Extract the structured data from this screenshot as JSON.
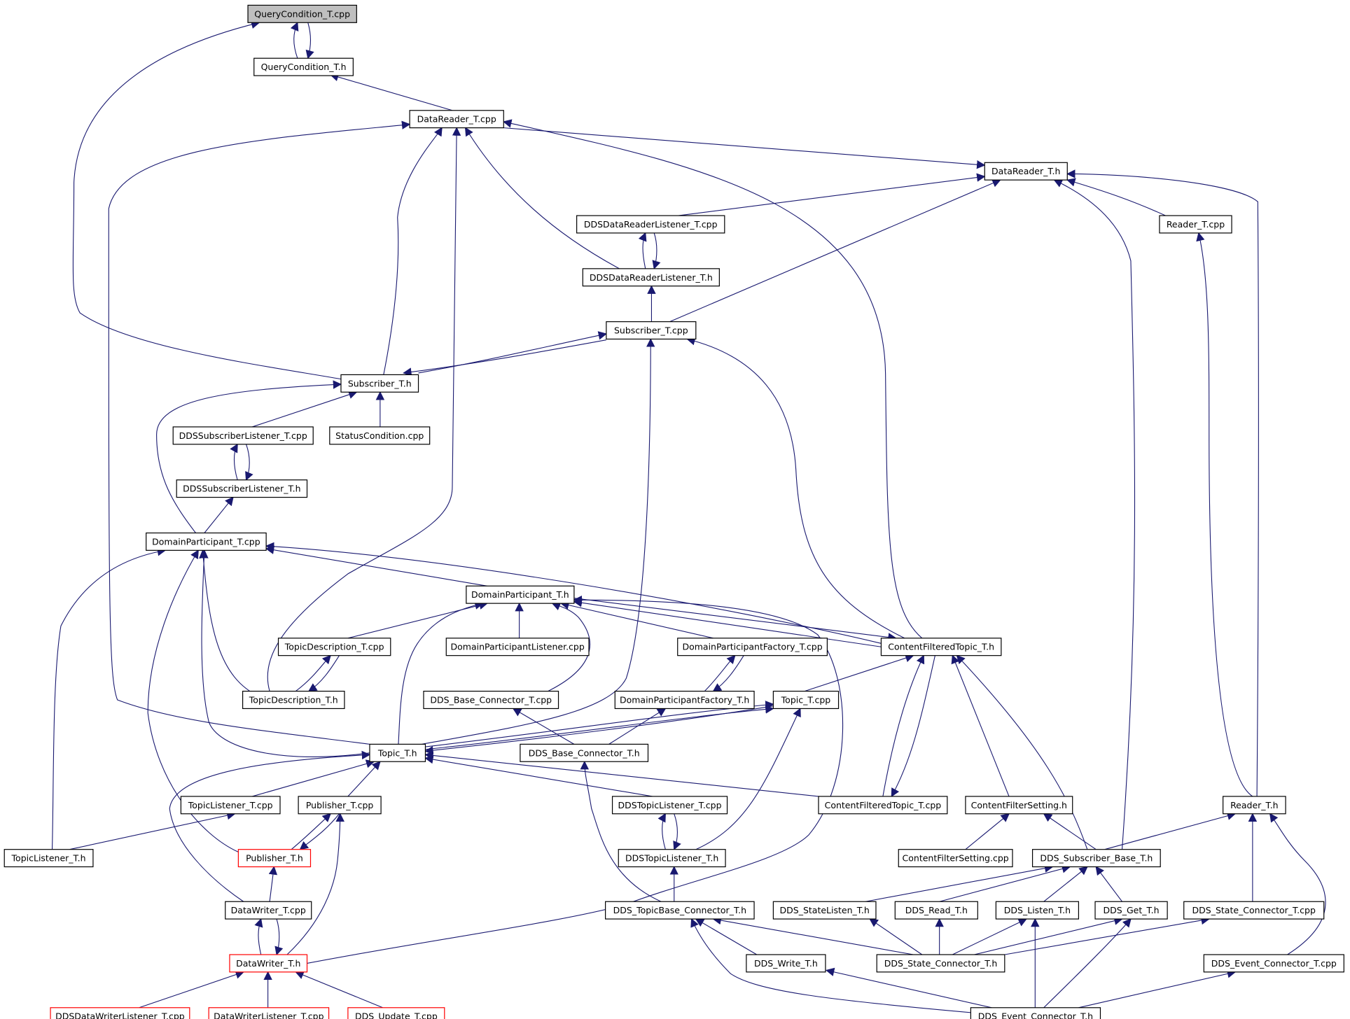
{
  "colors": {
    "edge": "#191970",
    "node_border": "#000000",
    "node_border_external": "#ff0000",
    "root_fill": "#bfbfbf"
  },
  "nodes": {
    "qc_cpp": "QueryCondition_T.cpp",
    "qc_h": "QueryCondition_T.h",
    "dr_cpp": "DataReader_T.cpp",
    "dr_h": "DataReader_T.h",
    "ddsdrl_cpp": "DDSDataReaderListener_T.cpp",
    "ddsdrl_h": "DDSDataReaderListener_T.h",
    "reader_cpp": "Reader_T.cpp",
    "sub_cpp": "Subscriber_T.cpp",
    "sub_h": "Subscriber_T.h",
    "ddssl_cpp": "DDSSubscriberListener_T.cpp",
    "statuscond": "StatusCondition.cpp",
    "ddssl_h": "DDSSubscriberListener_T.h",
    "dp_cpp": "DomainParticipant_T.cpp",
    "dp_h": "DomainParticipant_T.h",
    "td_cpp": "TopicDescription_T.cpp",
    "dpl_cpp": "DomainParticipantListener.cpp",
    "dpf_cpp": "DomainParticipantFactory_T.cpp",
    "cft_h": "ContentFilteredTopic_T.h",
    "td_h": "TopicDescription_T.h",
    "dbc_cpp": "DDS_Base_Connector_T.cpp",
    "dpf_h": "DomainParticipantFactory_T.h",
    "topic_cpp": "Topic_T.cpp",
    "topic_h": "Topic_T.h",
    "dbc_h": "DDS_Base_Connector_T.h",
    "tl_cpp": "TopicListener_T.cpp",
    "pub_cpp": "Publisher_T.cpp",
    "ddstl_cpp": "DDSTopicListener_T.cpp",
    "cft_cpp": "ContentFilteredTopic_T.cpp",
    "cfs_h": "ContentFilterSetting.h",
    "reader_h": "Reader_T.h",
    "tl_h": "TopicListener_T.h",
    "pub_h": "Publisher_T.h",
    "ddstl_h": "DDSTopicListener_T.h",
    "cfs_cpp": "ContentFilterSetting.cpp",
    "dsb_h": "DDS_Subscriber_Base_T.h",
    "dw_cpp": "DataWriter_T.cpp",
    "dtbc_h": "DDS_TopicBase_Connector_T.h",
    "dsl_h": "DDS_StateListen_T.h",
    "dread_h": "DDS_Read_T.h",
    "dlisten_h": "DDS_Listen_T.h",
    "dget_h": "DDS_Get_T.h",
    "dsc_cpp": "DDS_State_Connector_T.cpp",
    "dw_h": "DataWriter_T.h",
    "dwrite_h": "DDS_Write_T.h",
    "dsc_h": "DDS_State_Connector_T.h",
    "dec_cpp": "DDS_Event_Connector_T.cpp",
    "ddsdwl_cpp": "DDSDataWriterListener_T.cpp",
    "dwl_cpp": "DataWriterListener_T.cpp",
    "dupd_cpp": "DDS_Update_T.cpp",
    "dec_h": "DDS_Event_Connector_T.h"
  }
}
